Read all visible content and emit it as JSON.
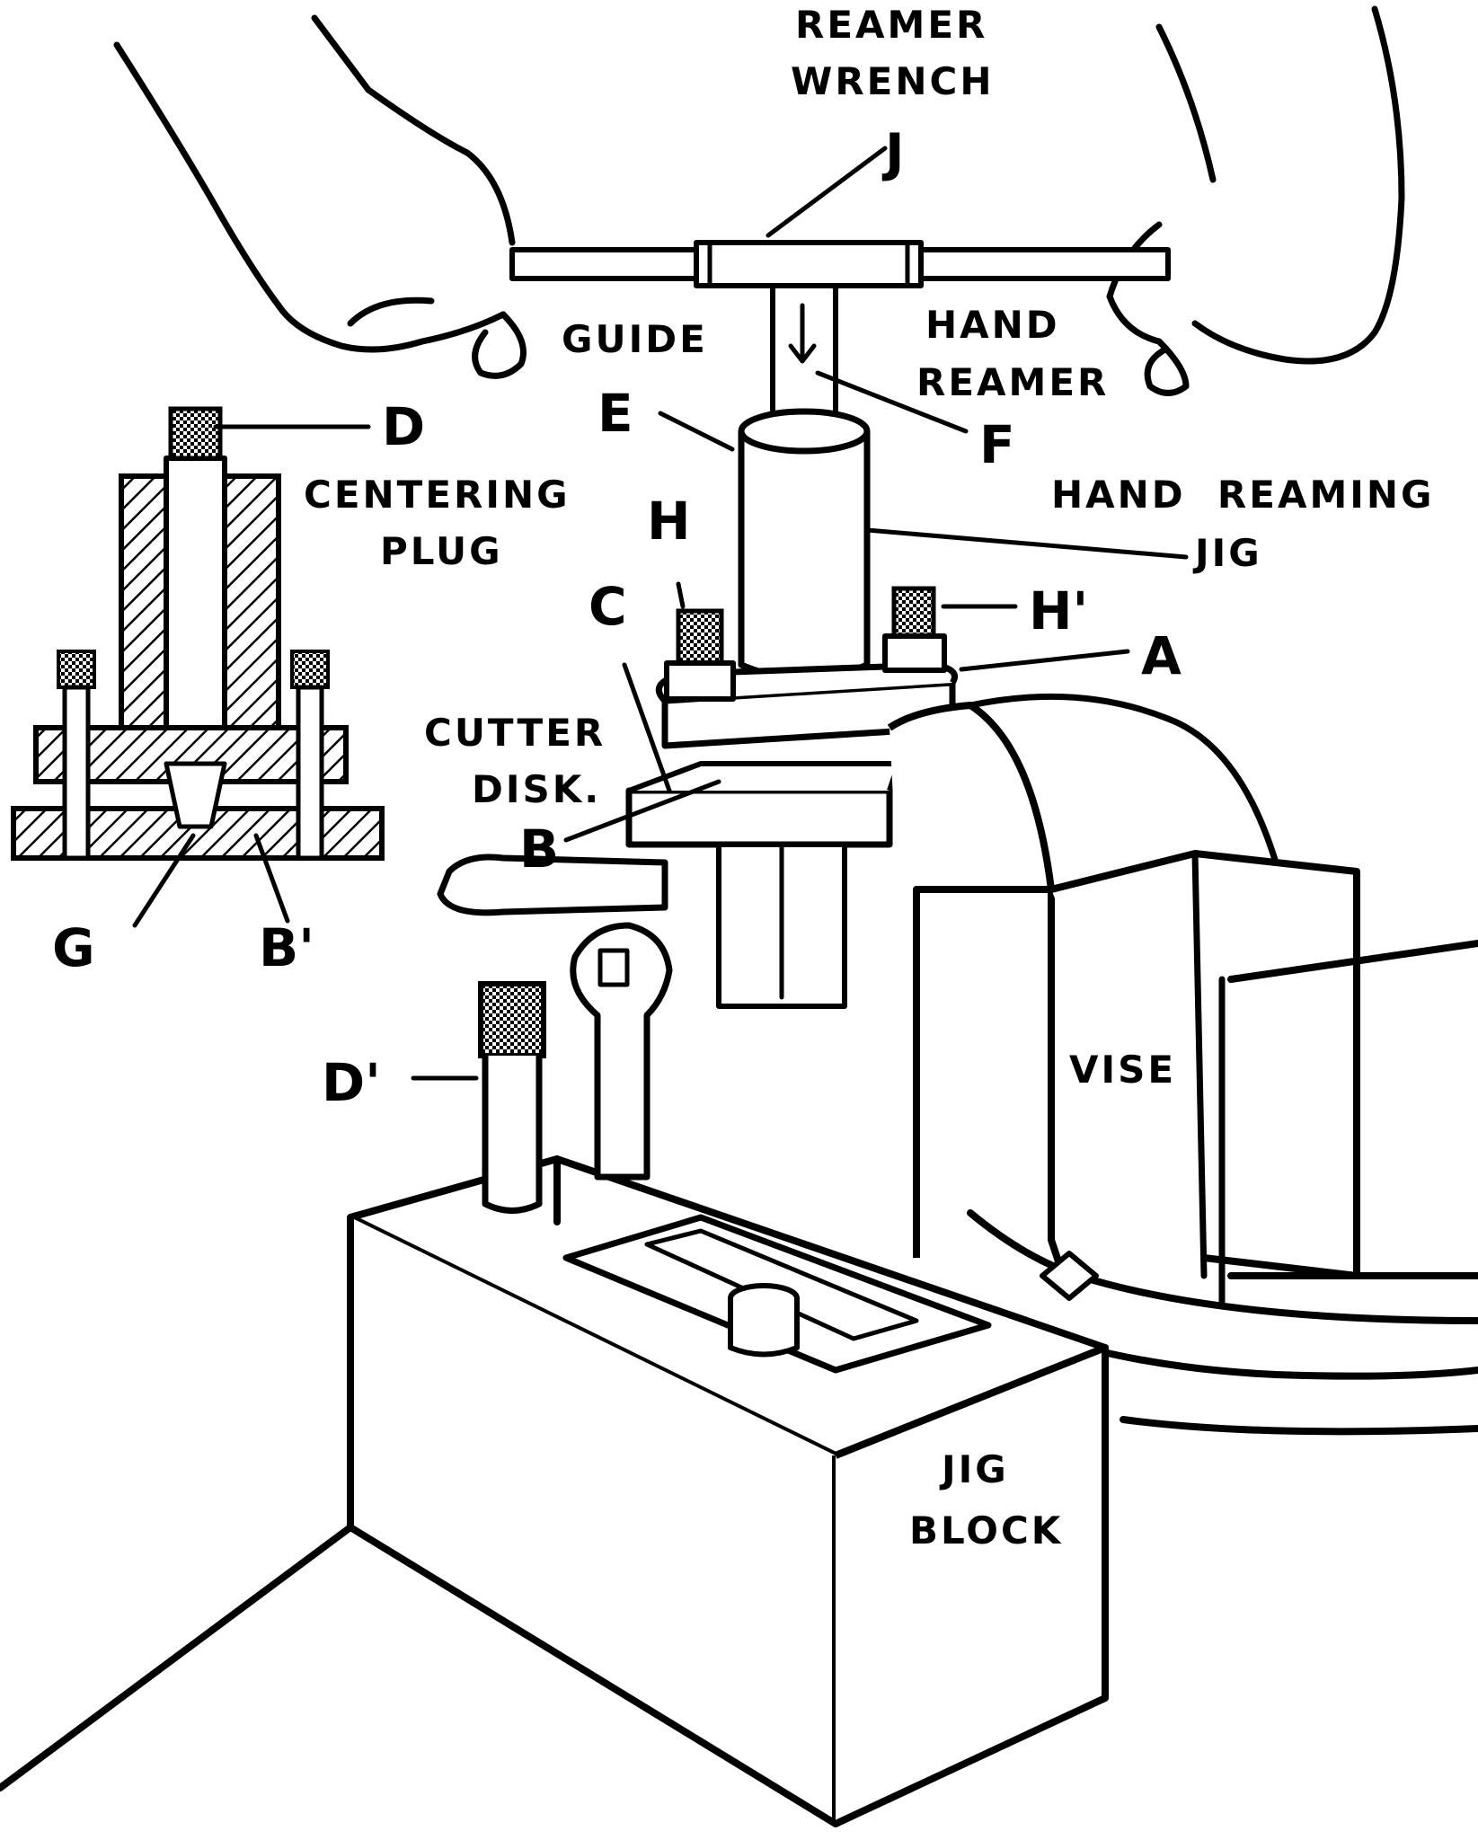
{
  "labels": {
    "reamer": "REAMER",
    "wrench": "WRENCH",
    "j": "J",
    "guide": "GUIDE",
    "hand1": "HAND",
    "reamer2": "REAMER",
    "e": "E",
    "f": "F",
    "d": "D",
    "centering": "CENTERING",
    "plug": "PLUG",
    "h": "H",
    "hand_reaming": "HAND  REAMING",
    "jig": "JIG",
    "c": "C",
    "h_prime": "H'",
    "a": "A",
    "cutter": "CUTTER",
    "disk": "DISK.",
    "b": "B",
    "g": "G",
    "b_prime": "B'",
    "d_prime": "D'",
    "vise": "VISE",
    "jig2": "JIG",
    "block": "BLOCK"
  }
}
